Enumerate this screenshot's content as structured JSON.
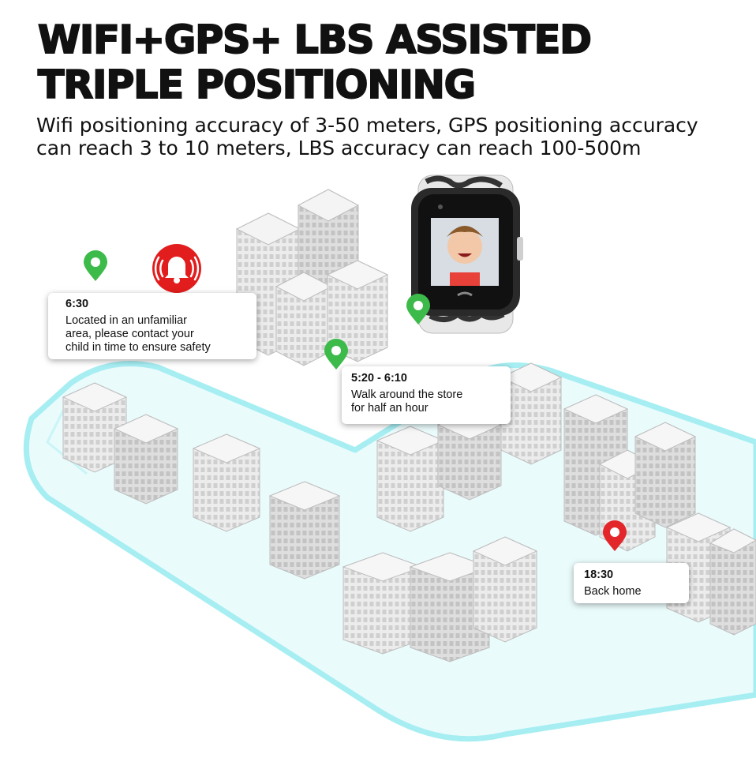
{
  "header": {
    "title_line1": "WIFI+GPS+ LBS ASSISTED",
    "title_line2": "TRIPLE POSITIONING",
    "subtitle_line1": "Wifi positioning accuracy of 3-50 meters, GPS positioning accuracy",
    "subtitle_line2": "can reach 3 to 10 meters, LBS accuracy can reach 100-500m"
  },
  "events": [
    {
      "time": "6:30",
      "lines": [
        "Located in an unfamiliar",
        "area, please contact your",
        "child in time to ensure safety"
      ]
    },
    {
      "time": "5:20 - 6:10",
      "lines": [
        "Walk around the store",
        "for half an hour"
      ]
    },
    {
      "time": "18:30",
      "lines": [
        "Back home"
      ]
    }
  ],
  "icons": {
    "pin_safe": "map-pin-green",
    "pin_home": "map-pin-red",
    "alarm": "alarm-bell",
    "call": "phone-icon"
  },
  "colors": {
    "green_pin": "#3dbb4a",
    "red_pin": "#e3262a",
    "alarm_red": "#e21d1d",
    "road_cyan": "#9feef2"
  }
}
